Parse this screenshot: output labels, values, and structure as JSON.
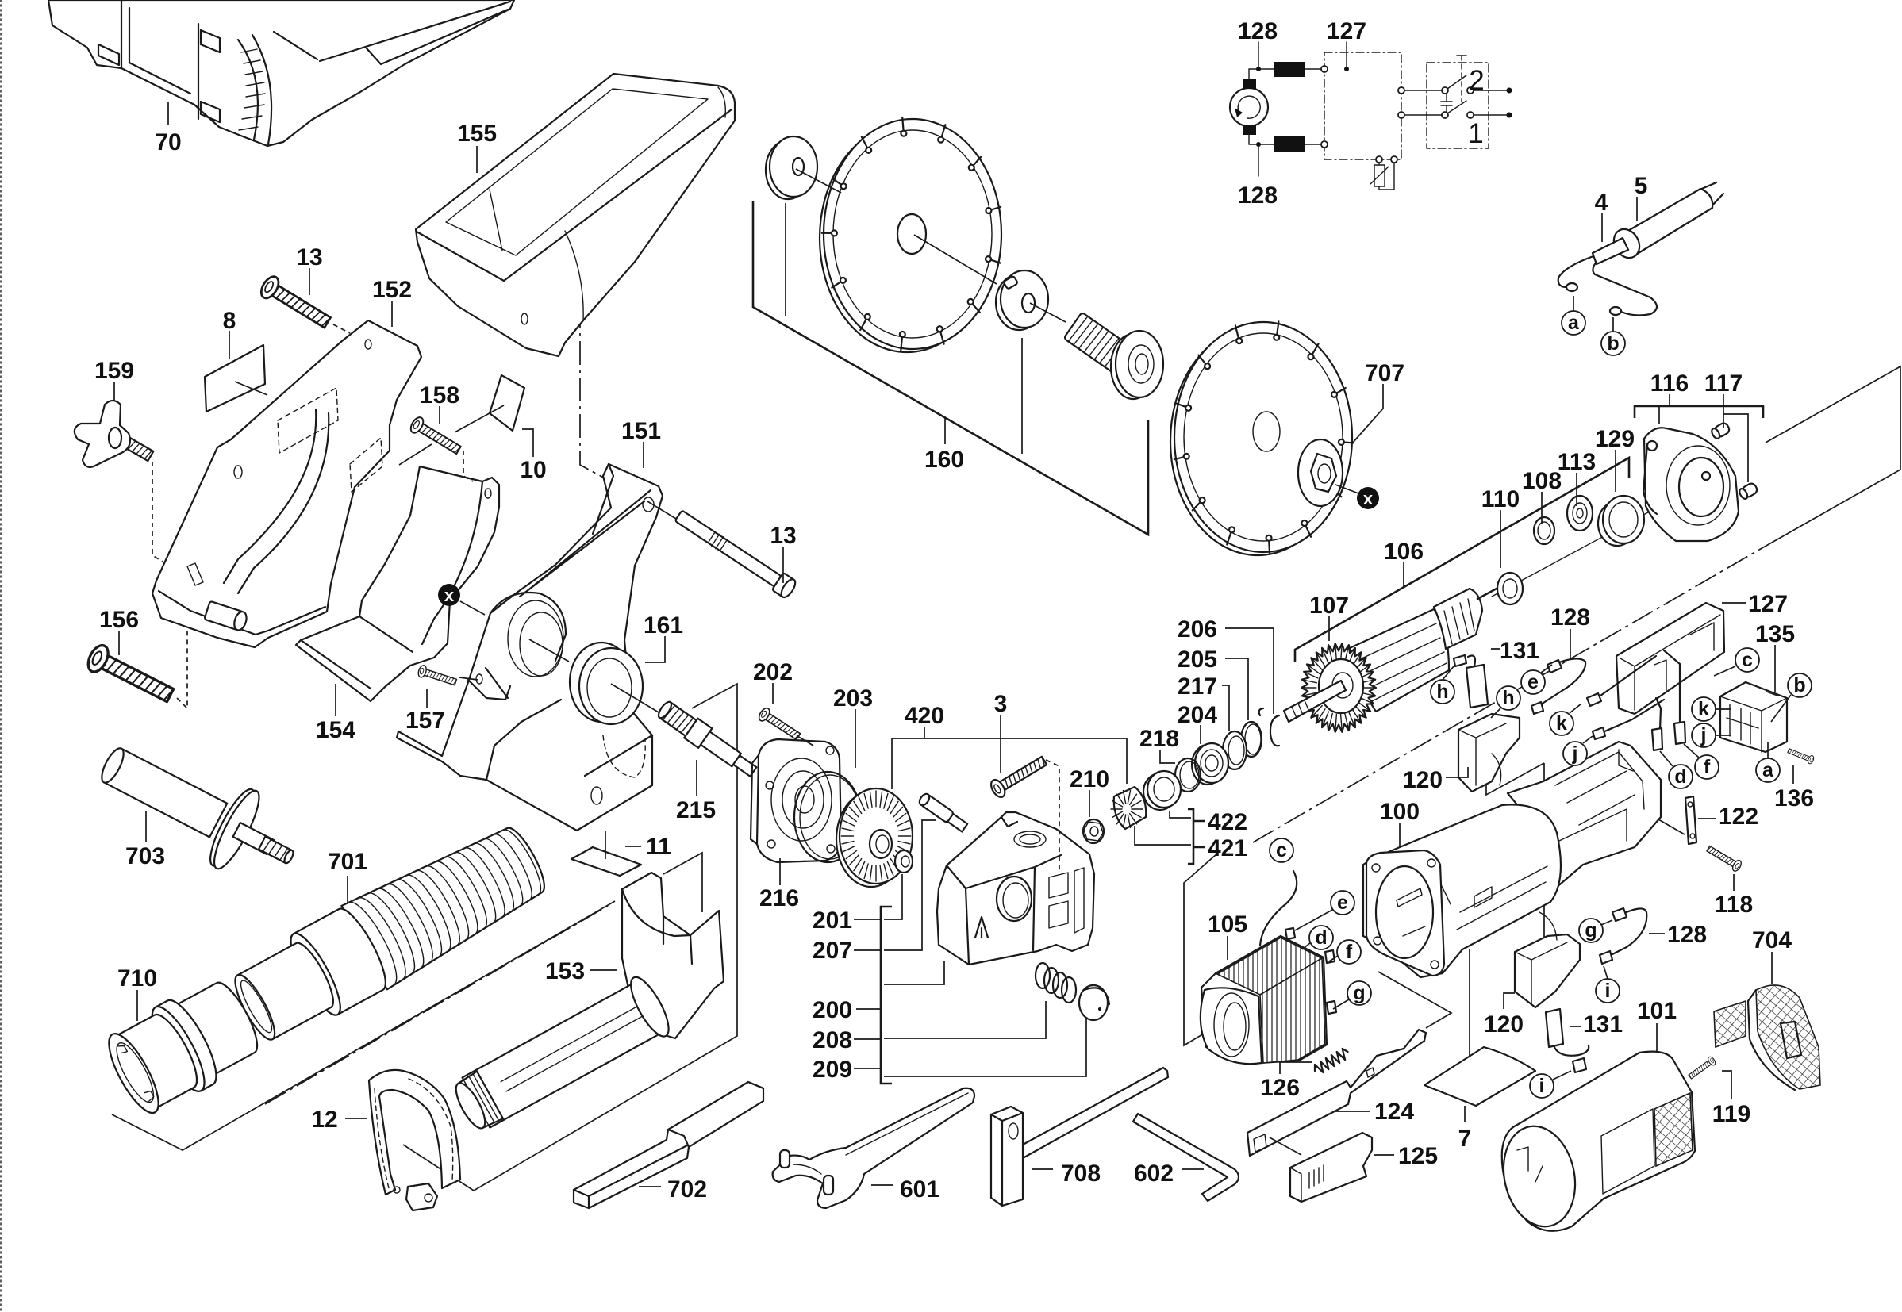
{
  "callouts": [
    "70",
    "155",
    "13",
    "152",
    "8",
    "159",
    "158",
    "10",
    "151",
    "13",
    "156",
    "154",
    "157",
    "161",
    "160",
    "707",
    "202",
    "203",
    "420",
    "3",
    "215",
    "216",
    "201",
    "207",
    "200",
    "208",
    "209",
    "210",
    "206",
    "205",
    "217",
    "204",
    "218",
    "422",
    "421",
    "106",
    "107",
    "110",
    "108",
    "113",
    "129",
    "116",
    "117",
    "4",
    "5",
    "131",
    "128",
    "120",
    "127",
    "135",
    "136",
    "122",
    "118",
    "100",
    "105",
    "128",
    "120",
    "131",
    "101",
    "704",
    "119",
    "126",
    "124",
    "125",
    "7",
    "703",
    "701",
    "710",
    "11",
    "153",
    "12",
    "702",
    "601",
    "708",
    "602"
  ],
  "connectors": [
    "a",
    "b",
    "x",
    "x",
    "h",
    "h",
    "e",
    "k",
    "j",
    "c",
    "b",
    "k",
    "j",
    "a",
    "d",
    "f",
    "c",
    "e",
    "d",
    "f",
    "g",
    "g",
    "i",
    "i"
  ],
  "wiring": {
    "motor_lead_top": "128",
    "control_module": "127",
    "switch_position_2": "2",
    "switch_position_1": "1",
    "motor_lead_bottom": "128"
  },
  "colors": {
    "ink": "#1a1a1a",
    "paper": "#ffffff"
  }
}
